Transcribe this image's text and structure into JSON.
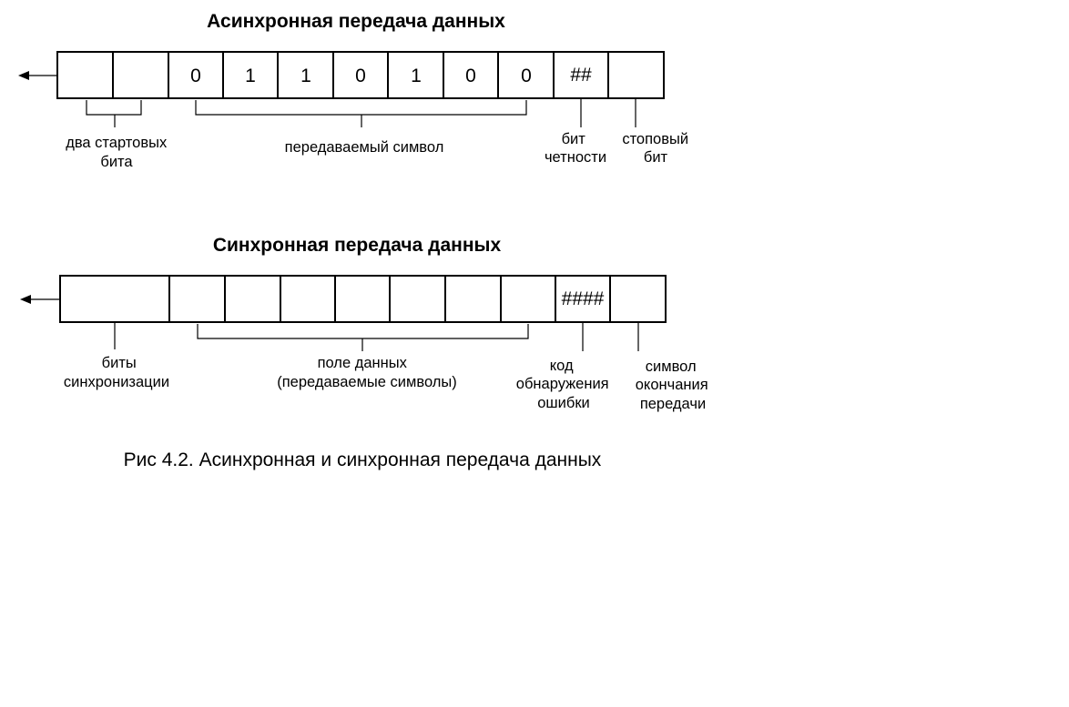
{
  "async": {
    "title": "Асинхронная передача данных",
    "cells": [
      "",
      "",
      "0",
      "1",
      "1",
      "0",
      "1",
      "0",
      "0",
      "##",
      ""
    ],
    "labels": {
      "start_bits": [
        "два стартовых",
        "бита"
      ],
      "symbol": [
        "передаваемый символ"
      ],
      "parity": [
        "бит",
        "четности"
      ],
      "stop": [
        "стоповый",
        "бит"
      ]
    }
  },
  "sync": {
    "title": "Синхронная передача данных",
    "cells": [
      "",
      "",
      "",
      "",
      "",
      "",
      "",
      "####",
      ""
    ],
    "labels": {
      "sync_bits": [
        "биты",
        "синхронизации"
      ],
      "data_field": [
        "поле данных",
        "(передаваемые символы)"
      ],
      "error_code": [
        "код",
        "обнаружения",
        "ошибки"
      ],
      "end_symbol": [
        "символ",
        "окончания",
        "передачи"
      ]
    }
  },
  "caption": "Рис 4.2. Асинхронная и синхронная передача данных"
}
